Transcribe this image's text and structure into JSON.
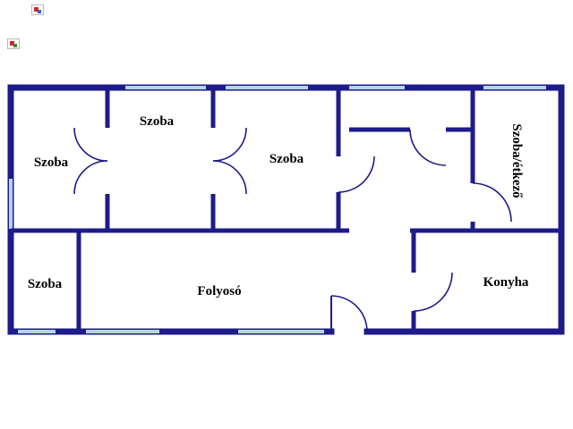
{
  "colors": {
    "wall": "#1e1b8a",
    "window": "#b5d5e8",
    "text": "#000000",
    "background": "#ffffff"
  },
  "icons": [
    "broken-image-icon-1",
    "broken-image-icon-2"
  ],
  "rooms": [
    {
      "id": "szoba-left",
      "label": "Szoba"
    },
    {
      "id": "szoba-top-1",
      "label": "Szoba"
    },
    {
      "id": "szoba-top-2",
      "label": "Szoba"
    },
    {
      "id": "szoba-etkezo",
      "label": "Szoba/étkező"
    },
    {
      "id": "szoba-small",
      "label": "Szoba"
    },
    {
      "id": "folyoso",
      "label": "Folyosó"
    },
    {
      "id": "konyha",
      "label": "Konyha"
    }
  ]
}
